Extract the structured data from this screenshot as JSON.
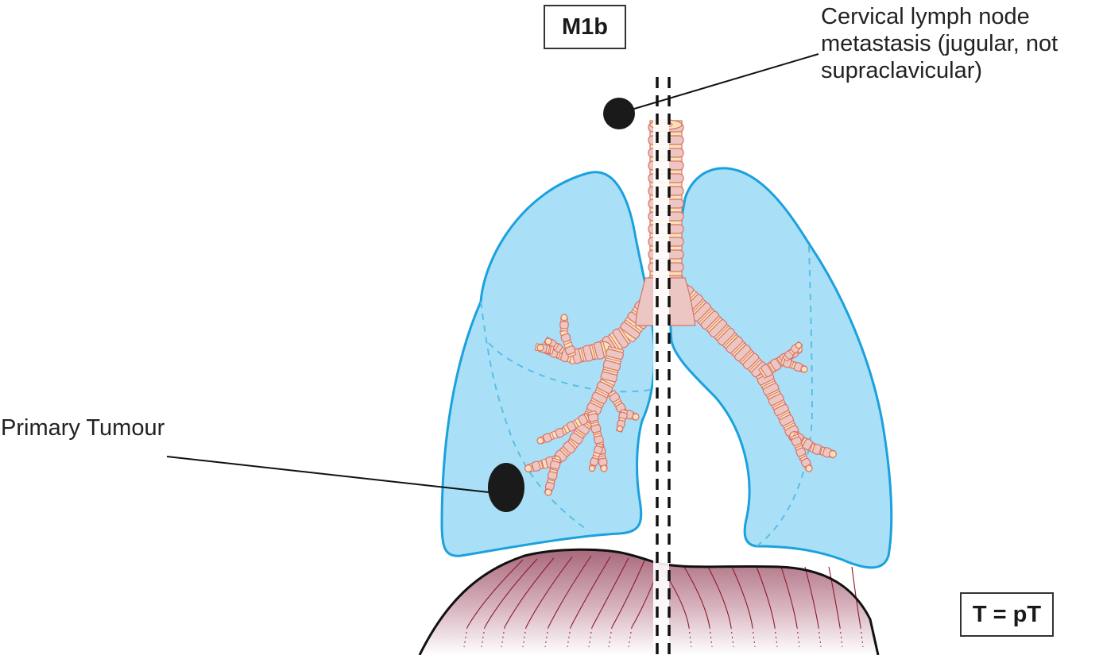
{
  "labels": {
    "m1b": "M1b",
    "t_equals_pt": "T = pT",
    "cervical_lines": [
      "Cervical lymph node",
      "metastasis (jugular, not",
      "supraclavicular)"
    ],
    "primary_tumour": "Primary Tumour"
  },
  "colors": {
    "lung_fill": "#a9e0f8",
    "lung_outline": "#1ba1dd",
    "fissure": "#5bbde6",
    "bronchus_fill": "#ebc6c2",
    "bronchus_ring": "#fbe0b8",
    "bronchus_stroke": "#d8736a",
    "diaphragm_top": "#a8687c",
    "diaphragm_bottom": "#ffffff",
    "diaphragm_lines": "#8b1a2a",
    "lesion": "#1a1a1a",
    "midline": "#111111"
  },
  "structures": {
    "lesions": [
      "cervical-lymph-node",
      "primary-tumour"
    ],
    "lungs": [
      "right-lung",
      "left-lung"
    ],
    "other": [
      "trachea",
      "bronchial-tree",
      "diaphragm",
      "midline-dashed-lines"
    ]
  }
}
